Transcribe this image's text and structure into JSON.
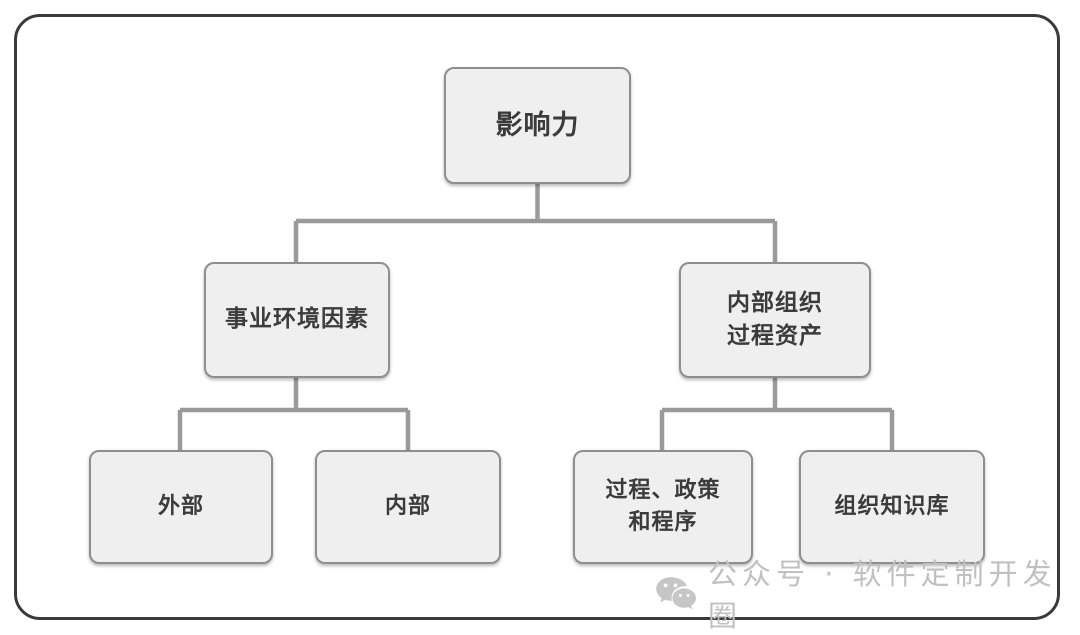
{
  "diagram": {
    "title": "影响力",
    "frame_border_color": "#3a3a3a",
    "node_fill_color": "#efeff0",
    "node_border_color": "#8e8e8e",
    "connector_color": "#9a9a9a",
    "nodes": {
      "root": {
        "label": "影响力"
      },
      "level2": [
        {
          "label": "事业环境因素"
        },
        {
          "label": "内部组织\n过程资产"
        }
      ],
      "leaves": [
        {
          "label": "外部"
        },
        {
          "label": "内部"
        },
        {
          "label": "过程、政策\n和程序"
        },
        {
          "label": "组织知识库"
        }
      ]
    }
  },
  "watermark": {
    "icon": "wechat-icon",
    "text": "公众号 · 软件定制开发圈",
    "color": "#c0c0c0"
  }
}
